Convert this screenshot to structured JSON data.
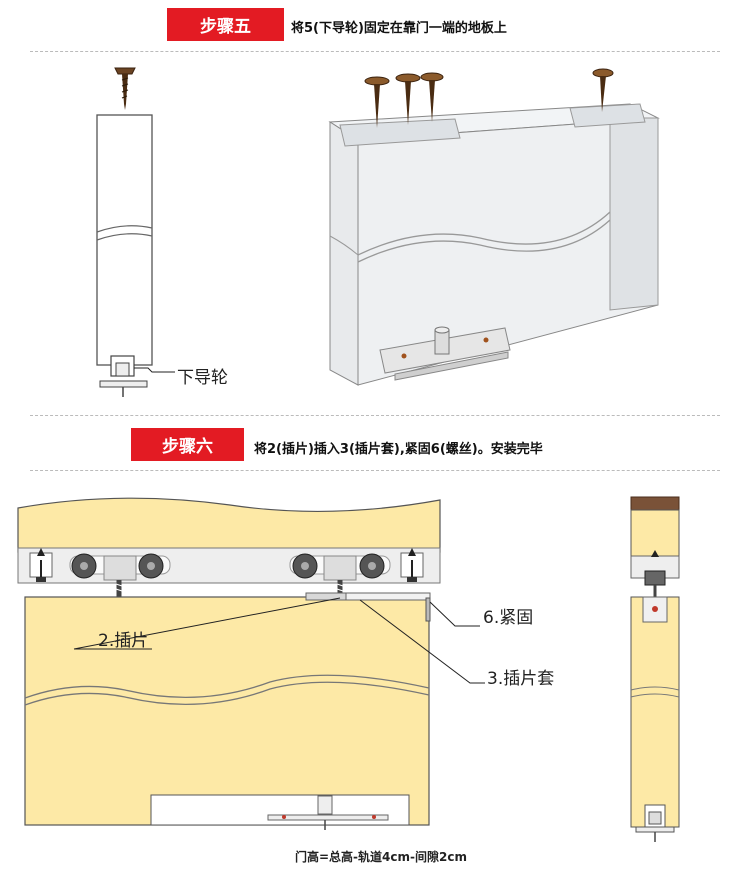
{
  "step5": {
    "badge": "步骤五",
    "description": "将5(下导轮)固定在靠门一端的地板上",
    "label_lower_guide": "下导轮"
  },
  "step6": {
    "badge": "步骤六",
    "description": "将2(插片)插入3(插片套),紧固6(螺丝)。安装完毕",
    "label_tighten": "6.紧固",
    "label_insert": "2.插片",
    "label_sleeve": "3.插片套"
  },
  "formula": "门高=总高-轨道4cm-间隙2cm",
  "colors": {
    "accent": "#e31b23",
    "door_wood": "#fde9a6",
    "rail": "#eeeeee",
    "wheel": "#555555",
    "wood_cap": "#7a5238"
  }
}
